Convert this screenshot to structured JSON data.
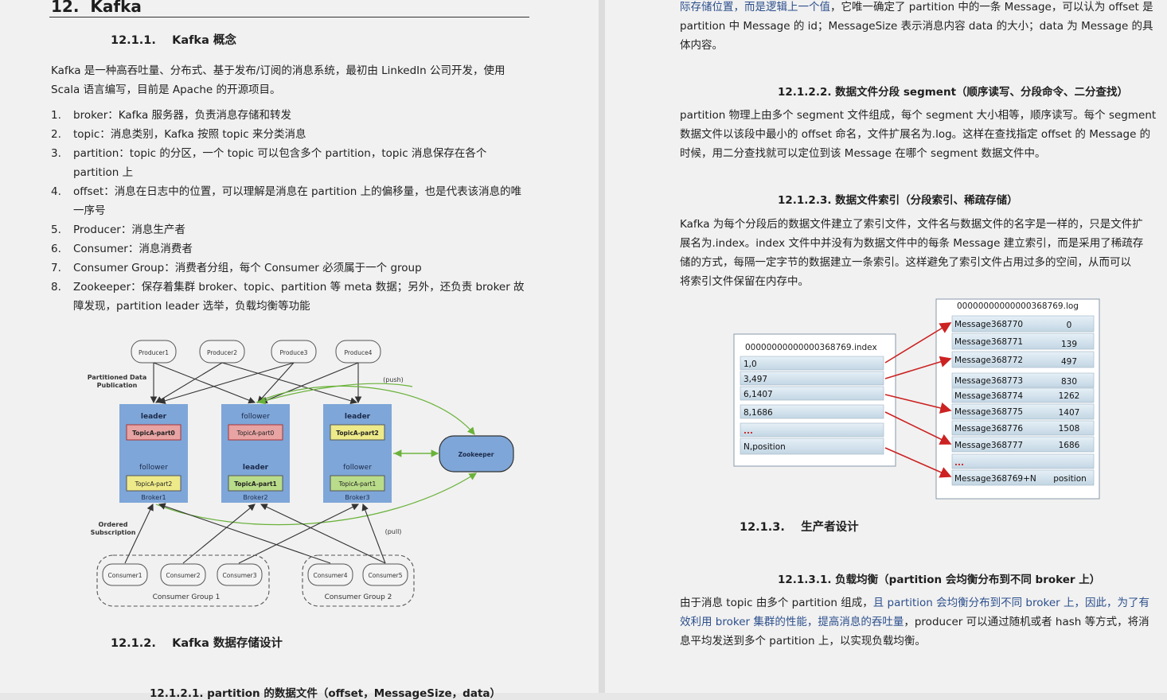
{
  "left": {
    "h1_num": "12.",
    "h1_title": "Kafka",
    "s1_num": "12.1.1.",
    "s1_title": "Kafka 概念",
    "intro_l1": "Kafka 是一种高吞吐量、分布式、基于发布/订阅的消息系统，最初由 LinkedIn 公司开发，使用",
    "intro_l2": "Scala 语言编写，目前是 Apache 的开源项目。",
    "items": [
      {
        "num": "1.",
        "text": "broker：Kafka 服务器，负责消息存储和转发"
      },
      {
        "num": "2.",
        "text": "topic：消息类别，Kafka 按照 topic 来分类消息"
      },
      {
        "num": "3.",
        "text": "partition：topic 的分区，一个 topic 可以包含多个 partition，topic 消息保存在各个 partition 上"
      },
      {
        "num": "4.",
        "text": "offset：消息在日志中的位置，可以理解是消息在 partition 上的偏移量，也是代表该消息的唯一序号"
      },
      {
        "num": "5.",
        "text": "Producer：消息生产者"
      },
      {
        "num": "6.",
        "text": "Consumer：消息消费者"
      },
      {
        "num": "7.",
        "text": "Consumer Group：消费者分组，每个 Consumer 必须属于一个 group"
      },
      {
        "num": "8.",
        "text": "Zookeeper：保存着集群 broker、topic、partition 等 meta 数据；另外，还负责 broker 故障发现，partition leader 选举，负载均衡等功能"
      }
    ],
    "diagram": {
      "producers": [
        "Producer1",
        "Producer2",
        "Produce3",
        "Produce4"
      ],
      "partitioned_label_1": "Partitioned Data",
      "partitioned_label_2": "Publication",
      "push": "(push)",
      "pull": "(pull)",
      "ordered_1": "Ordered",
      "ordered_2": "Subscription",
      "zookeeper": "Zookeeper",
      "brokers": [
        {
          "name": "Broker1",
          "top_role": "leader",
          "top_part": "TopicA-part0",
          "bottom_role": "follower",
          "bottom_part": "TopicA-part2"
        },
        {
          "name": "Broker2",
          "top_role": "follower",
          "top_part": "TopicA-part0",
          "bottom_role": "leader",
          "bottom_part": "TopicA-part1"
        },
        {
          "name": "Broker3",
          "top_role": "leader",
          "top_part": "TopicA-part2",
          "bottom_role": "follower",
          "bottom_part": "TopicA-part1"
        }
      ],
      "consumers": [
        "Consumer1",
        "Consumer2",
        "Consumer3",
        "Consumer4",
        "Consumer5"
      ],
      "groups": [
        "Consumer Group 1",
        "Consumer Group 2"
      ],
      "colors": {
        "broker": "#7ea6d8",
        "red_part": "#e8a3a3",
        "yellow_part": "#eeea8a",
        "green_part": "#b9dc8a",
        "push_arrow": "#6ab23a"
      }
    },
    "s2_num": "12.1.2.",
    "s2_title": "Kafka 数据存储设计",
    "cut_heading": "12.1.2.1.   partition 的数据文件（offset，MessageSize，data）"
  },
  "right": {
    "top_l1_blue": "际存储位置，而是逻辑上一个值",
    "top_l1_rest": "，它唯一确定了 partition 中的一条 Message，可以认为 offset 是",
    "top_l2": "partition 中 Message 的 id；MessageSize 表示消息内容 data 的大小；data 为 Message 的具",
    "top_l3": "体内容。",
    "h_seg": "12.1.2.2.   数据文件分段 segment（顺序读写、分段命令、二分查找）",
    "seg_l1": "partition 物理上由多个 segment 文件组成，每个 segment 大小相等，顺序读写。每个 segment",
    "seg_l2": "数据文件以该段中最小的 offset 命名，文件扩展名为.log。这样在查找指定 offset 的 Message 的",
    "seg_l3": "时候，用二分查找就可以定位到该 Message 在哪个 segment 数据文件中。",
    "h_idx": "12.1.2.3.   数据文件索引（分段索引、稀疏存储）",
    "idx_l1": "Kafka 为每个分段后的数据文件建立了索引文件，文件名与数据文件的名字是一样的，只是文件扩",
    "idx_l2": "展名为.index。index 文件中并没有为数据文件中的每条 Message 建立索引，而是采用了稀疏存",
    "idx_l3": "储的方式，每隔一定字节的数据建立一条索引。这样避免了索引文件占用过多的空间，从而可以",
    "idx_l4": "将索引文件保留在内存中。",
    "index_file": {
      "title": "00000000000000368769.index",
      "rows": [
        "1,0",
        "3,497",
        "6,1407",
        "8,1686",
        "...",
        "N,position"
      ]
    },
    "log_file": {
      "title": "00000000000000368769.log",
      "rows": [
        {
          "msg": "Message368770",
          "pos": "0"
        },
        {
          "msg": "Message368771",
          "pos": "139"
        },
        {
          "msg": "Message368772",
          "pos": "497"
        },
        {
          "msg": "Message368773",
          "pos": "830"
        },
        {
          "msg": "Message368774",
          "pos": "1262"
        },
        {
          "msg": "Message368775",
          "pos": "1407"
        },
        {
          "msg": "Message368776",
          "pos": "1508"
        },
        {
          "msg": "Message368777",
          "pos": "1686"
        },
        {
          "msg": "...",
          "pos": ""
        },
        {
          "msg": "Message368769+N",
          "pos": "position"
        }
      ]
    },
    "h_prod_num": "12.1.3.",
    "h_prod_title": "生产者设计",
    "h_lb": "12.1.3.1.   负载均衡（partition 会均衡分布到不同 broker 上）",
    "lb_l1_a": "由于消息 topic 由多个 partition 组成，",
    "lb_l1_blue": "且 partition 会均衡分布到不同 broker 上，因此，为了有",
    "lb_l2_blue": "效利用 broker 集群的性能，提高消息的吞吐量",
    "lb_l2_rest": "，producer 可以通过随机或者 hash 等方式，将消",
    "lb_l3": "息平均发送到多个 partition 上，以实现负载均衡。"
  }
}
